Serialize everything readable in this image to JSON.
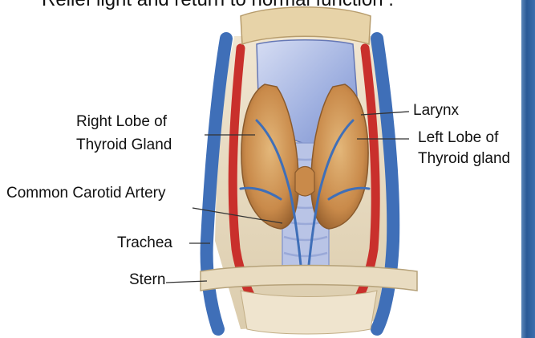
{
  "caption": "Relief light and return to normal function .",
  "labels": {
    "larynx": "Larynx",
    "right_lobe_line1": "Right Lobe of",
    "right_lobe_line2": "Thyroid Gland",
    "left_lobe_line1": "Left Lobe of",
    "left_lobe_line2": "Thyroid gland",
    "common_carotid": "Common Carotid Artery",
    "trachea": "Trachea",
    "sternum": "Stern"
  },
  "colors": {
    "vein": "#3f6fb8",
    "artery": "#c9302c",
    "thyroid": "#c98a4a",
    "cartilage": "#b9c4e6",
    "tissue": "#e8dcc2",
    "side_strip": "#2a5a96"
  }
}
